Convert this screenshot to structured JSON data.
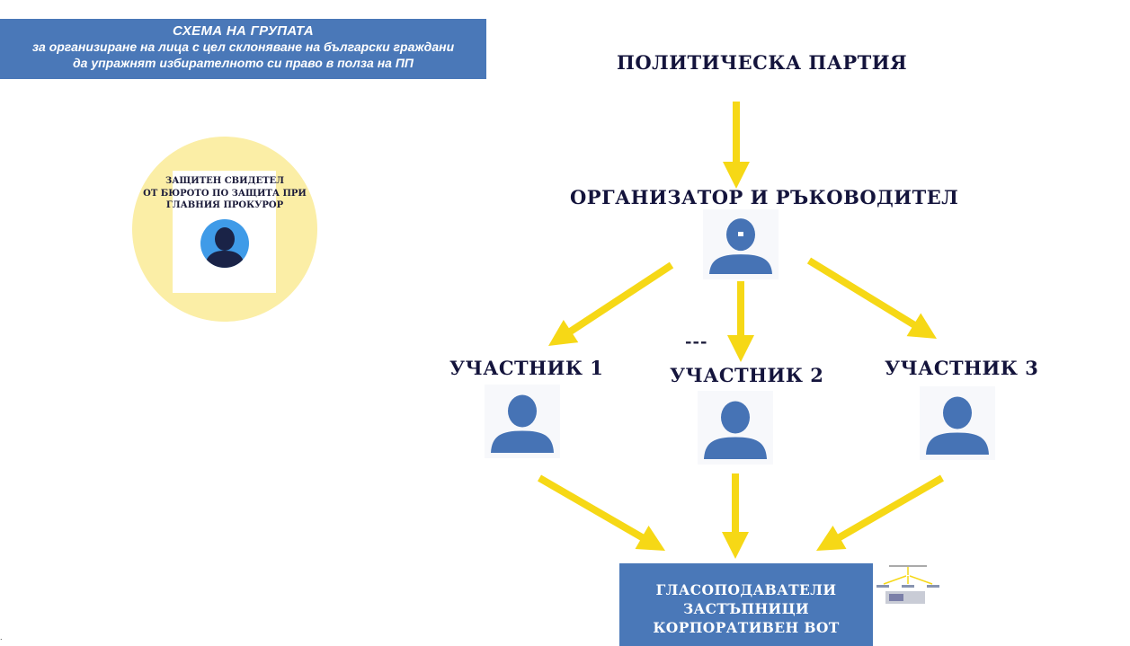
{
  "colors": {
    "box_blue": "#4a78b8",
    "circle_yellow": "#fbeea6",
    "arrow_yellow": "#f6d816",
    "person_blue": "#4673b5",
    "witness_avatar_ring": "#3f9be8",
    "text_navy": "#14143c"
  },
  "header": {
    "title": "СХЕМА НА ГРУПАТА",
    "subtitle_line1": "за организиране на лица с цел склоняване на български граждани",
    "subtitle_line2": "да упражнят избирателното си право  в полза на ПП"
  },
  "witness": {
    "line1": "ЗАЩИТЕН СВИДЕТЕЛ",
    "line2": "ОТ БЮРОТО ПО ЗАЩИТА ПРИ",
    "line3": "ГЛАВНИЯ ПРОКУРОР",
    "icon": "person-silhouette-icon"
  },
  "nodes": {
    "party": "ПОЛИТИЧЕСКА ПАРТИЯ",
    "organizer": "ОРГАНИЗАТОР И РЪКОВОДИТЕЛ",
    "participant1": "УЧАСТНИК 1",
    "participant2": "УЧАСТНИК 2",
    "participant3": "УЧАСТНИК 3"
  },
  "dashes": "---",
  "voters": {
    "line1": "ГЛАСОПОДАВАТЕЛИ",
    "line2": "ЗАСТЪПНИЦИ",
    "line3": "КОРПОРАТИВЕН ВОТ"
  },
  "icons": {
    "person": "person-icon",
    "arrow": "arrow-down-icon",
    "thumbnail": "schema-thumbnail-icon"
  }
}
